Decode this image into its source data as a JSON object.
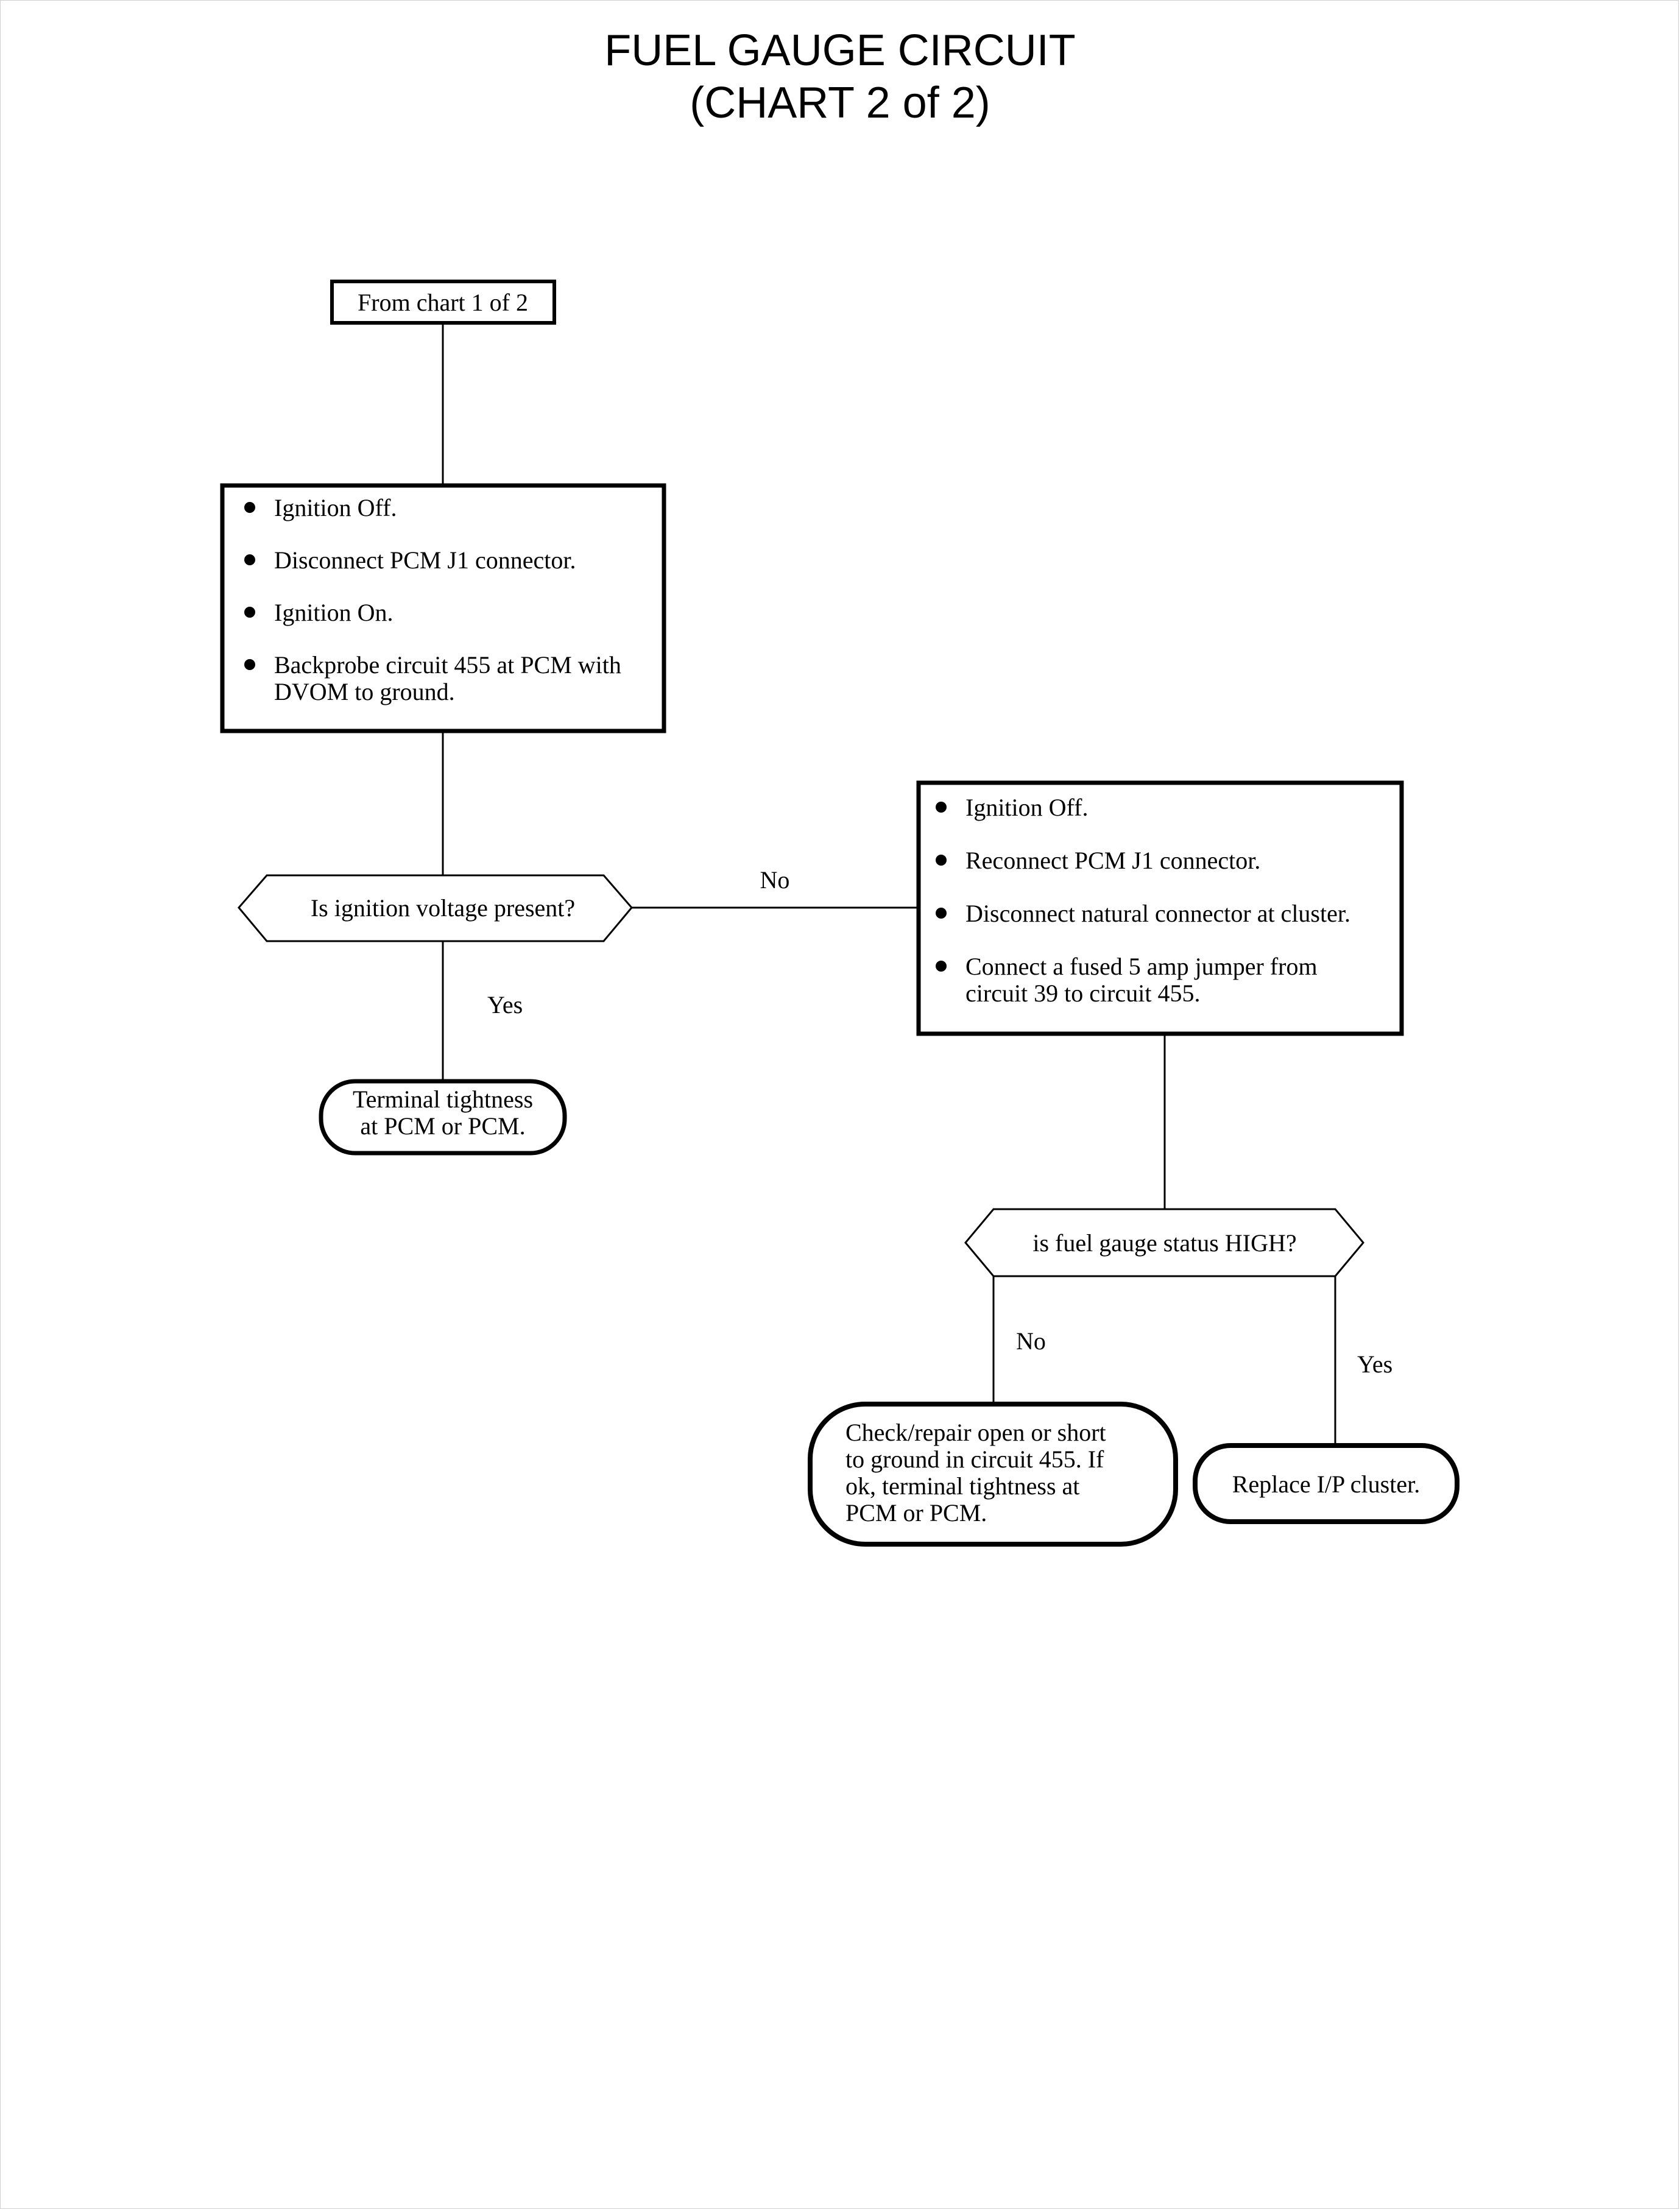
{
  "page": {
    "title_line1": "FUEL GAUGE CIRCUIT",
    "title_line2": "(CHART 2 of 2)"
  },
  "chart_data": {
    "type": "diagram",
    "title": "FUEL GAUGE CIRCUIT (CHART 2 of 2)",
    "subtitle": "",
    "nodes": [
      {
        "id": "entry",
        "shape": "rectangle",
        "text": "From chart 1 of 2"
      },
      {
        "id": "step1",
        "shape": "rectangle",
        "bullets": [
          "Ignition Off.",
          "Disconnect PCM J1 connector.",
          "Ignition On.",
          "Backprobe circuit 455 at PCM with DVOM to ground."
        ]
      },
      {
        "id": "decision1",
        "shape": "hexagon",
        "text": "Is ignition voltage present?"
      },
      {
        "id": "step2",
        "shape": "rectangle",
        "bullets": [
          "Ignition Off.",
          "Reconnect PCM J1 connector.",
          "Disconnect natural connector at cluster.",
          "Connect a fused 5 amp jumper from circuit 39 to circuit 455."
        ]
      },
      {
        "id": "terminal1",
        "shape": "rounded",
        "text": "Terminal tightness at PCM or PCM."
      },
      {
        "id": "decision2",
        "shape": "hexagon",
        "text": "is fuel gauge status HIGH?"
      },
      {
        "id": "terminal2",
        "shape": "rounded",
        "text": "Check/repair open or short to ground in circuit 455. If ok, terminal tightness at PCM or PCM."
      },
      {
        "id": "terminal3",
        "shape": "rounded",
        "text": "Replace I/P cluster."
      }
    ],
    "edges": [
      {
        "from": "entry",
        "to": "step1",
        "label": ""
      },
      {
        "from": "step1",
        "to": "decision1",
        "label": ""
      },
      {
        "from": "decision1",
        "to": "terminal1",
        "label": "Yes"
      },
      {
        "from": "decision1",
        "to": "step2",
        "label": "No"
      },
      {
        "from": "step2",
        "to": "decision2",
        "label": ""
      },
      {
        "from": "decision2",
        "to": "terminal2",
        "label": "No"
      },
      {
        "from": "decision2",
        "to": "terminal3",
        "label": "Yes"
      }
    ]
  },
  "nodes": {
    "entry": {
      "text": "From chart 1 of 2"
    },
    "step1": {
      "b0": "Ignition Off.",
      "b1": "Disconnect PCM J1 connector.",
      "b2": "Ignition On.",
      "b3_l0": "Backprobe circuit 455 at PCM with",
      "b3_l1": "DVOM to ground."
    },
    "decision1": {
      "text": "Is ignition voltage present?"
    },
    "step2": {
      "b0": "Ignition Off.",
      "b1": "Reconnect PCM J1 connector.",
      "b2": "Disconnect natural connector at cluster.",
      "b3_l0": "Connect a fused 5 amp jumper from",
      "b3_l1": "circuit 39 to circuit 455."
    },
    "terminal1": {
      "l0": "Terminal tightness",
      "l1": "at PCM or PCM."
    },
    "decision2": {
      "text": "is fuel gauge status HIGH?"
    },
    "terminal2": {
      "l0": "Check/repair open or short",
      "l1": "to ground in circuit 455. If",
      "l2": "ok, terminal tightness at",
      "l3": "PCM or PCM."
    },
    "terminal3": {
      "text": "Replace I/P cluster."
    }
  },
  "labels": {
    "d1_no": "No",
    "d1_yes": "Yes",
    "d2_no": "No",
    "d2_yes": "Yes"
  },
  "colors": {
    "stroke": "#000000",
    "fill": "#ffffff",
    "text": "#000000"
  }
}
